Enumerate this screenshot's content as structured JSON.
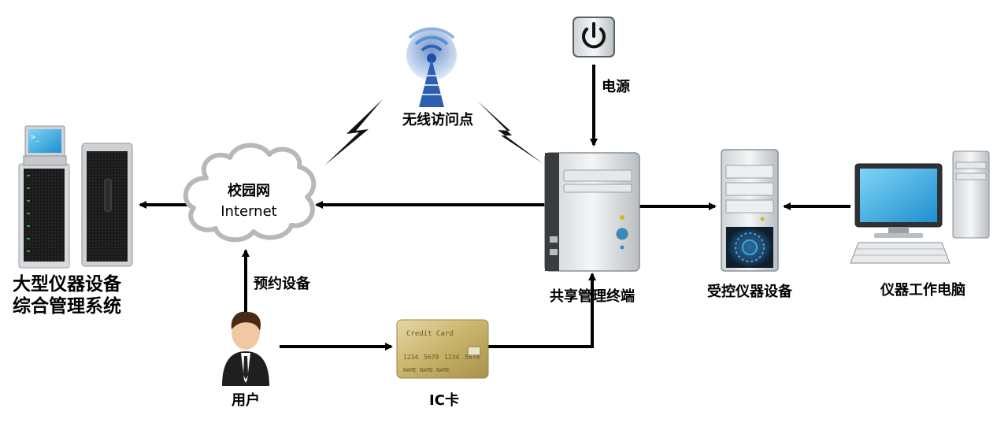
{
  "labels": {
    "system_line1": "大型仪器设备",
    "system_line2": "综合管理系统",
    "cloud_line1": "校园网",
    "cloud_line2": "Internet",
    "wireless_ap": "无线访问点",
    "power": "电源",
    "shared_terminal": "共享管理终端",
    "controlled_device": "受控仪器设备",
    "instrument_pc": "仪器工作电脑",
    "reserve": "预约设备",
    "user": "用户",
    "ic_card": "IC卡"
  },
  "credit_card": {
    "title": "Credit Card",
    "numbers": [
      "1234",
      "5678",
      "1234",
      "5678"
    ],
    "name": "NAME  NAME  NAME"
  },
  "icons": [
    "server-rack-icon",
    "tower-server-icon",
    "cloud-icon",
    "wireless-antenna-icon",
    "power-button-icon",
    "terminal-pc-icon",
    "controlled-pc-icon",
    "monitor-icon",
    "user-icon",
    "ic-card-icon",
    "lightning-icon"
  ],
  "colors": {
    "screen_blue": "#2aa8e0",
    "card_gold": "#c9b36a",
    "line": "#000000"
  }
}
